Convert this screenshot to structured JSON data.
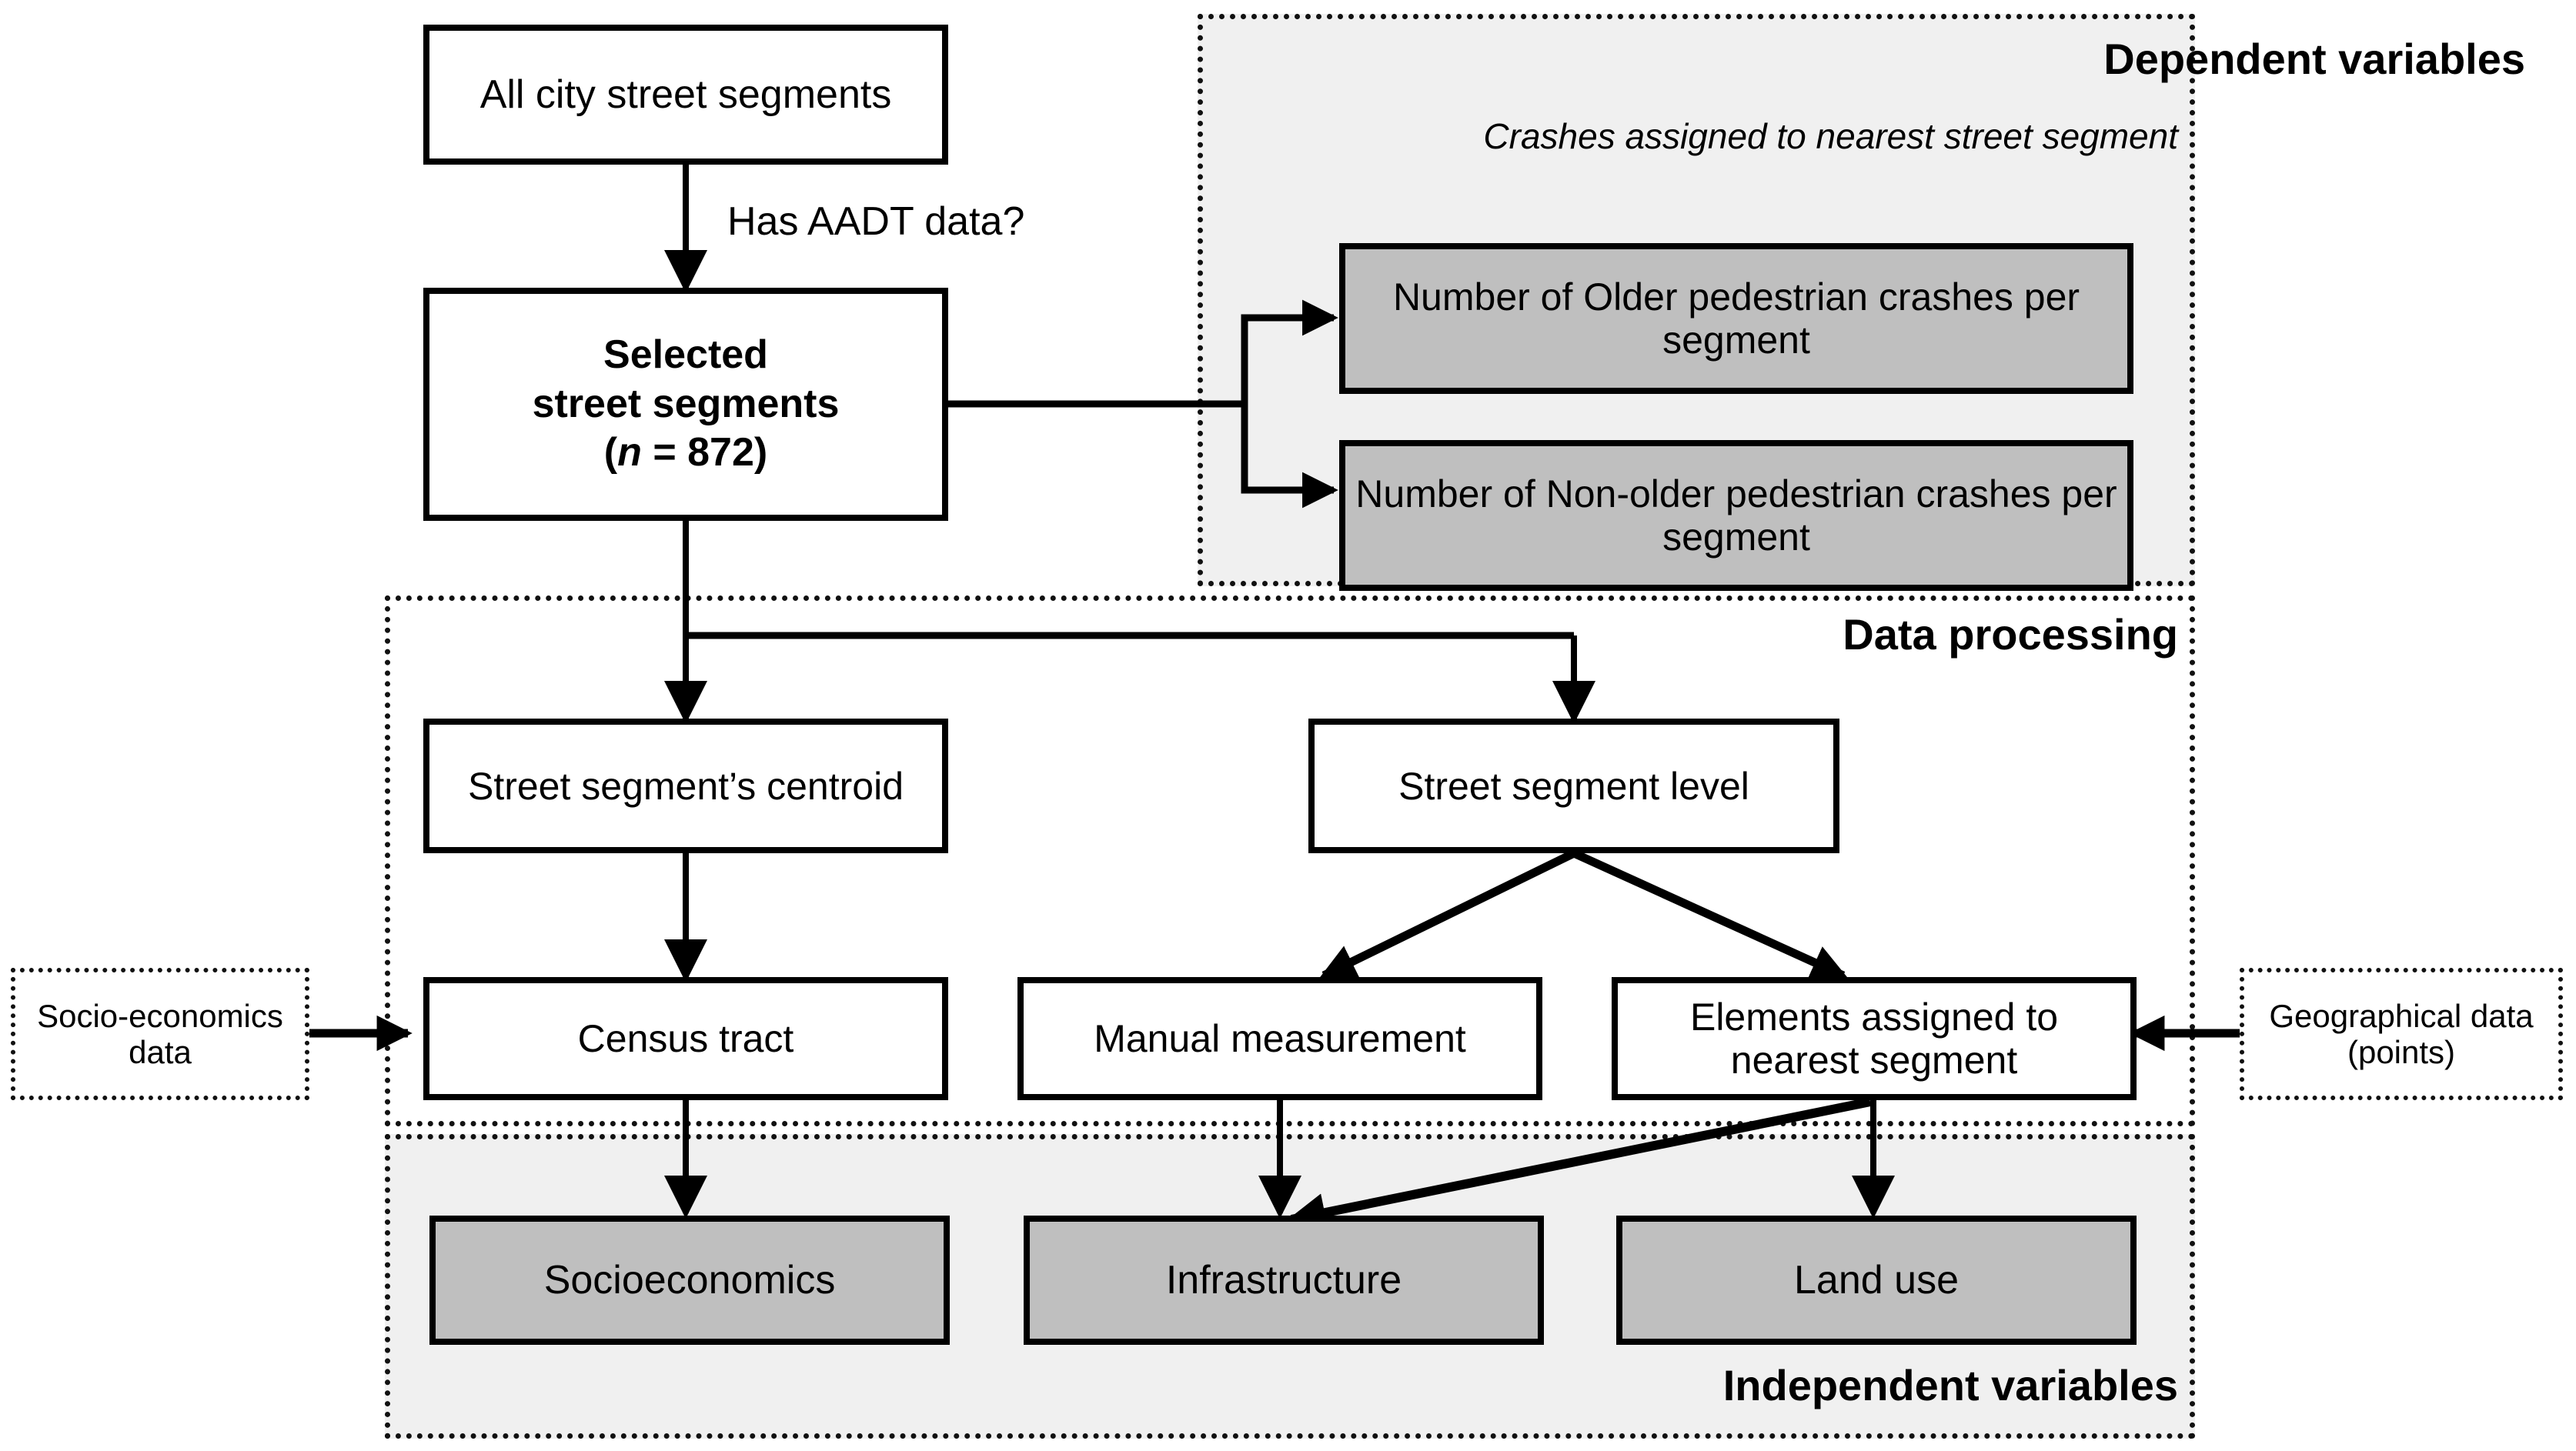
{
  "diagram": {
    "title": "Study data flow: dependent variables, data processing, independent variables",
    "groups": {
      "dependent": {
        "title": "Dependent variables",
        "subtitle": "Crashes assigned to nearest street segment"
      },
      "processing": {
        "title": "Data processing"
      },
      "independent": {
        "title": "Independent variables"
      }
    },
    "nodes": {
      "all_segments": "All city street segments",
      "selected_segments_line1": "Selected",
      "selected_segments_line2": "street segments",
      "selected_segments_line3_pre": "(",
      "selected_segments_line3_n": "n",
      "selected_segments_line3_post": " = 872)",
      "older_crashes": "Number of Older pedestrian crashes per segment",
      "nonolder_crashes": "Number of Non-older pedestrian crashes per segment",
      "centroid": "Street segment’s centroid",
      "segment_level": "Street segment level",
      "census_tract": "Census tract",
      "manual_measurement": "Manual measurement",
      "elements_assigned": "Elements assigned to nearest segment",
      "socioeconomics_data": "Socio-economics data",
      "geographical_data": "Geographical data (points)",
      "socioeconomics": "Socioeconomics",
      "infrastructure": "Infrastructure",
      "land_use": "Land use"
    },
    "edges": {
      "has_aadt": "Has AADT data?"
    },
    "colors": {
      "stroke": "#000000",
      "group_border": "#111111",
      "group_shade": "#f0f0f0",
      "node_grey": "#bfbfbf",
      "node_white": "#ffffff",
      "page_background": "#ffffff"
    }
  }
}
